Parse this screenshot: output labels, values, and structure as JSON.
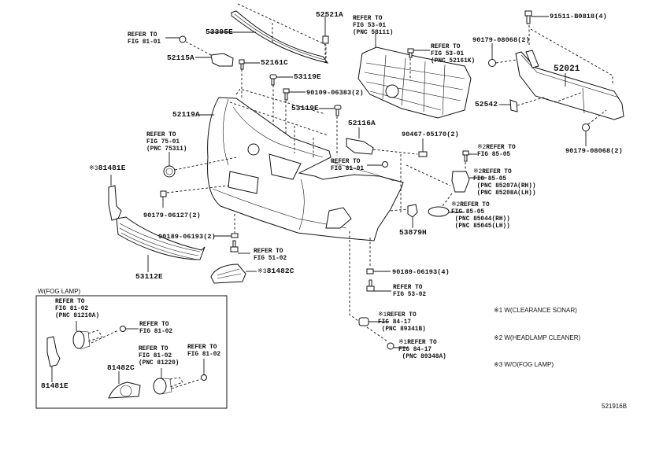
{
  "figure": {
    "figure_number": "521916B",
    "inset_box": {
      "title": "W(FOG LAMP)"
    },
    "notes": [
      "※1 W(CLEARANCE SONAR)",
      "※2 W(HEADLAMP CLEANER)",
      "※3 W/O(FOG LAMP)"
    ],
    "part_numbers": {
      "p53395E": "53395E",
      "p52521A": "52521A",
      "p91511": "91511-B0818(4)",
      "p52115A": "52115A",
      "p52161C": "52161C",
      "p53119E_a": "53119E",
      "p90109": "90109-06383(2)",
      "p53119E_b": "53119E",
      "p90179_08068_a": "90179-08068(2)",
      "p52021": "52021",
      "p52542": "52542",
      "p90179_08068_b": "90179-08068(2)",
      "p52119A": "52119A",
      "p52116A": "52116A",
      "p90467": "90467-05170(2)",
      "p81481E": "81481E",
      "p81481E_mark": "※3",
      "p90179_06127": "90179-06127(2)",
      "p53879H": "53879H",
      "p90189_2": "90189-06193(2)",
      "p53112E": "53112E",
      "p81482C": "81482C",
      "p81482C_mark": "※3",
      "p90189_4": "90189-06193(4)",
      "box_81481E": "81481E",
      "box_81482C": "81482C"
    },
    "references": {
      "r_fig8101_top": "REFER TO\nFIG 81-01",
      "r_fig5301_grille": "REFER TO\nFIG 53-01\n(PNC 53111)",
      "r_fig5301_clip": "REFER TO\nFIG 53-01\n(PNC 52161K)",
      "r_fig7501": "REFER TO\nFIG 75-01\n(PNC 75311)",
      "r_fig8101_mid": "REFER TO\nFIG 81-01",
      "r_fig8505_a": "REFER TO\nFIG 85-05",
      "r_fig8505_a_mark": "※2",
      "r_fig8505_b": "REFER TO\nFIG 85-05\n (PNC 85207A(RH))\n (PNC 85208A(LH))",
      "r_fig8505_b_mark": "※2",
      "r_fig8505_c": "REFER TO\nFIG 85-05\n (PNC 85044(RH))\n (PNC 85045(LH))",
      "r_fig8505_c_mark": "※2",
      "r_fig5102": "REFER TO\nFIG 51-02",
      "r_fig5302": "REFER TO\nFIG 53-02",
      "r_fig8417_a": "REFER TO\nFIG 84-17\n (PNC 89341B)",
      "r_fig8417_a_mark": "※1",
      "r_fig8417_b": "REFER TO\nFIG 84-17\n (PNC 89348A)",
      "r_fig8417_b_mark": "※1",
      "box_fig8102_lamp": "REFER TO\nFIG 81-02\n(PNC 81210A)",
      "box_fig8102_screw1": "REFER TO\nFIG 81-02",
      "box_fig8102_lamp2": "REFER TO\nFIG 81-02\n(PNC 81220)",
      "box_fig8102_screw2": "REFER TO\nFIG 81-02"
    }
  }
}
